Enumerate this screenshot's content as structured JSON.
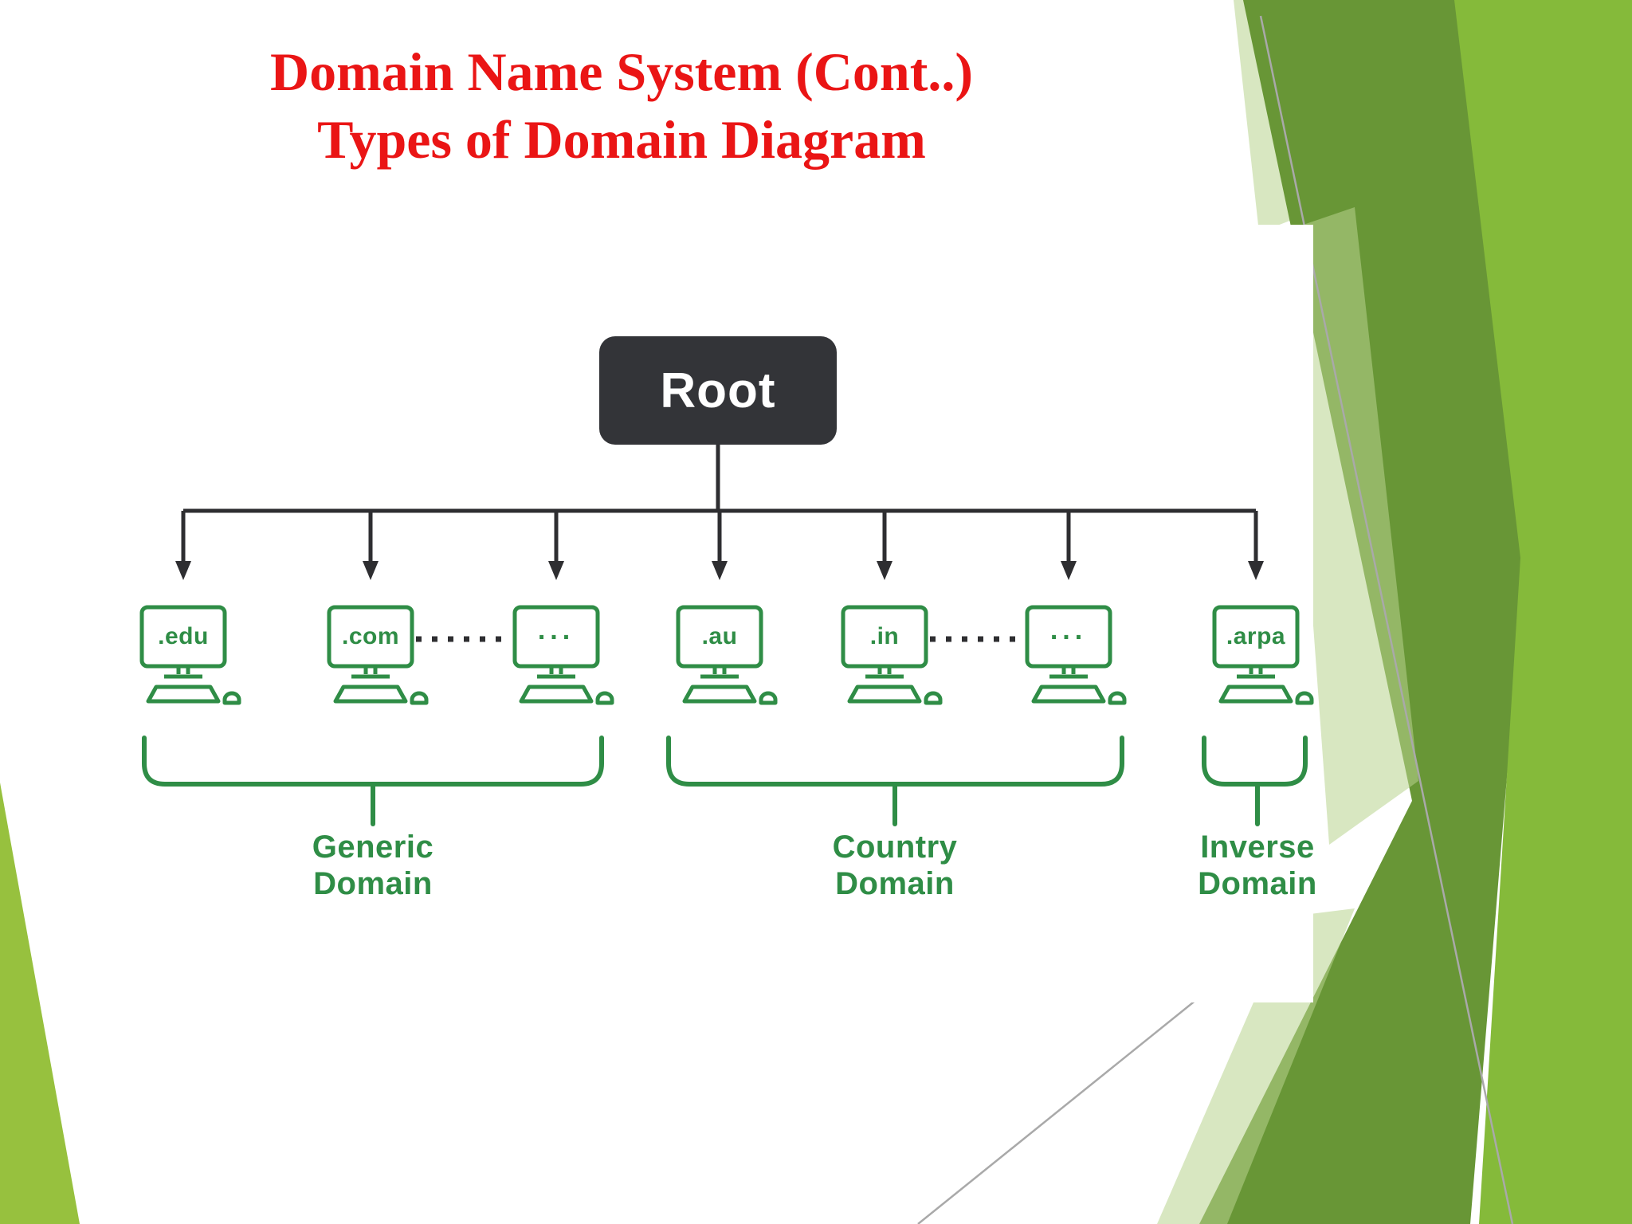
{
  "slide": {
    "title_line1": "Domain Name System (Cont..)",
    "title_line2": "Types of Domain Diagram"
  },
  "diagram": {
    "root_label": "Root",
    "nodes": [
      {
        "label": ".edu",
        "group": "Generic Domain"
      },
      {
        "label": ".com",
        "group": "Generic Domain"
      },
      {
        "label": "...",
        "group": "Generic Domain"
      },
      {
        "label": ".au",
        "group": "Country Domain"
      },
      {
        "label": ".in",
        "group": "Country Domain"
      },
      {
        "label": "...",
        "group": "Country Domain"
      },
      {
        "label": ".arpa",
        "group": "Inverse Domain"
      }
    ],
    "dotted_links": [
      [
        1,
        2
      ],
      [
        4,
        5
      ]
    ],
    "groups": [
      {
        "label": "Generic\nDomain"
      },
      {
        "label": "Country\nDomain"
      },
      {
        "label": "Inverse\nDomain"
      }
    ]
  },
  "icons": {
    "node_icon": "computer-monitor-keyboard-mouse-icon",
    "arrow_icon": "down-arrow"
  },
  "colors": {
    "title_red": "#ea1515",
    "diagram_green": "#2f8d46",
    "connector_dark": "#2e2e31",
    "root_fill": "#333438",
    "root_text": "#ffffff",
    "bg_bright_green": "#85ba3a",
    "bg_olive_green": "#689636",
    "bg_left_green": "#97c13e",
    "bg_pale_green": "#b8d48e",
    "bg_line_gray": "#a9a9a9"
  }
}
